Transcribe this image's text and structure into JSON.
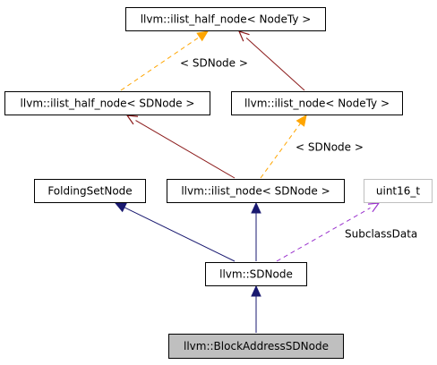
{
  "colors": {
    "inheritance": "#191970",
    "template_solid": "#8b1a1a",
    "template_dashed": "#ffa500",
    "member": "#9a32cd",
    "box_stroke": "#000000",
    "box_stroke_external": "#bfbfbf",
    "highlight_fill": "#bfbfbf"
  },
  "nodes": [
    {
      "id": "ilist_half_node_nodety",
      "label": "llvm::ilist_half_node< NodeTy >"
    },
    {
      "id": "ilist_half_node_sdnode",
      "label": "llvm::ilist_half_node< SDNode >"
    },
    {
      "id": "ilist_node_nodety",
      "label": "llvm::ilist_node< NodeTy >"
    },
    {
      "id": "folding_set_node",
      "label": "FoldingSetNode"
    },
    {
      "id": "ilist_node_sdnode",
      "label": "llvm::ilist_node< SDNode >"
    },
    {
      "id": "uint16_t",
      "label": "uint16_t",
      "external": true
    },
    {
      "id": "sdnode",
      "label": "llvm::SDNode"
    },
    {
      "id": "block_address_sdnode",
      "label": "llvm::BlockAddressSDNode",
      "highlighted": true
    }
  ],
  "edges": [
    {
      "id": "e1",
      "from": "ilist_half_node_nodety",
      "to": "ilist_half_node_sdnode",
      "kind": "template_dashed",
      "label": "< SDNode >"
    },
    {
      "id": "e2",
      "from": "ilist_half_node_nodety",
      "to": "ilist_node_nodety",
      "kind": "template_solid"
    },
    {
      "id": "e3",
      "from": "ilist_half_node_sdnode",
      "to": "ilist_node_sdnode",
      "kind": "template_solid"
    },
    {
      "id": "e4",
      "from": "ilist_node_nodety",
      "to": "ilist_node_sdnode",
      "kind": "template_dashed",
      "label": "< SDNode >"
    },
    {
      "id": "e5",
      "from": "folding_set_node",
      "to": "sdnode",
      "kind": "inheritance"
    },
    {
      "id": "e6",
      "from": "ilist_node_sdnode",
      "to": "sdnode",
      "kind": "inheritance"
    },
    {
      "id": "e7",
      "from": "uint16_t",
      "to": "sdnode",
      "kind": "member",
      "label": "SubclassData"
    },
    {
      "id": "e8",
      "from": "sdnode",
      "to": "block_address_sdnode",
      "kind": "inheritance"
    }
  ]
}
